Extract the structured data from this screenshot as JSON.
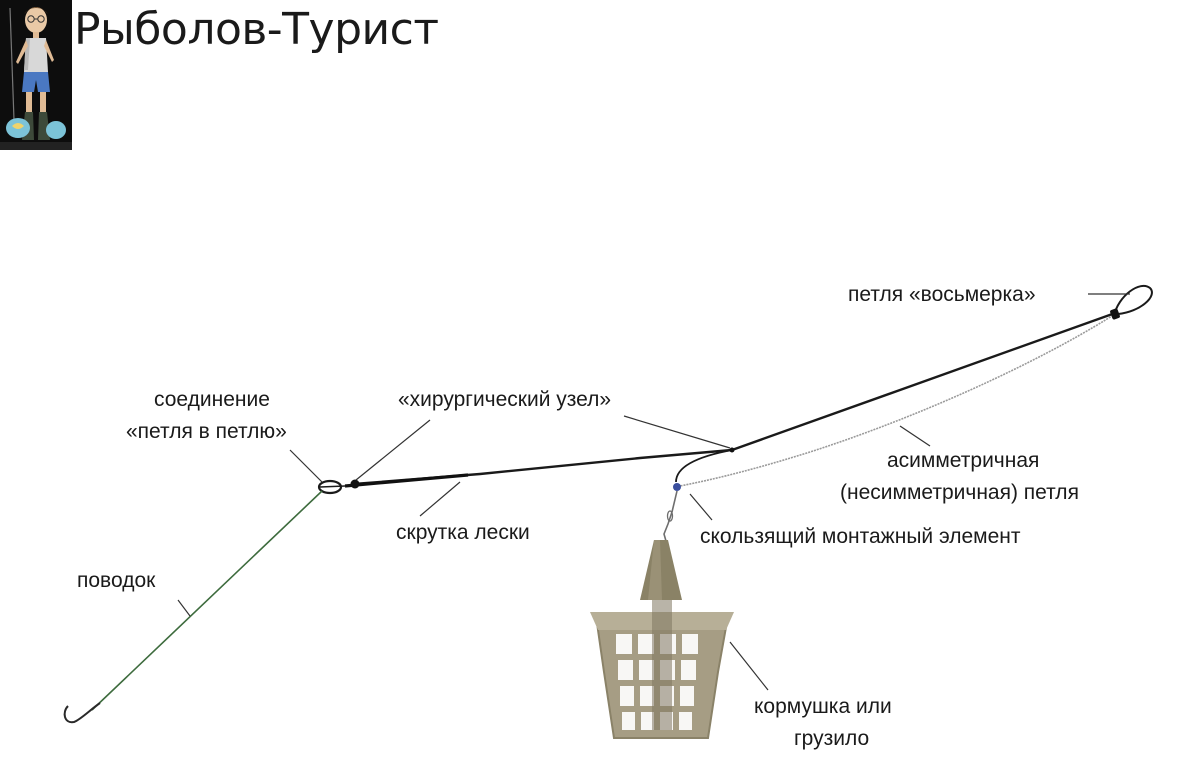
{
  "header": {
    "site_title": "Рыболов-Турист"
  },
  "diagram": {
    "labels": {
      "loop_eight": "петля «восьмерка»",
      "connection_line1": "соединение",
      "connection_line2": "«петля в петлю»",
      "surgical_knot": "«хирургический узел»",
      "asym_line1": "асимметричная",
      "asym_line2": "(несимметричная) петля",
      "twist": "скрутка лески",
      "sliding_element": "скользящий монтажный элемент",
      "leader": "поводок",
      "feeder_line1": "кормушка или",
      "feeder_line2": "грузило"
    }
  }
}
